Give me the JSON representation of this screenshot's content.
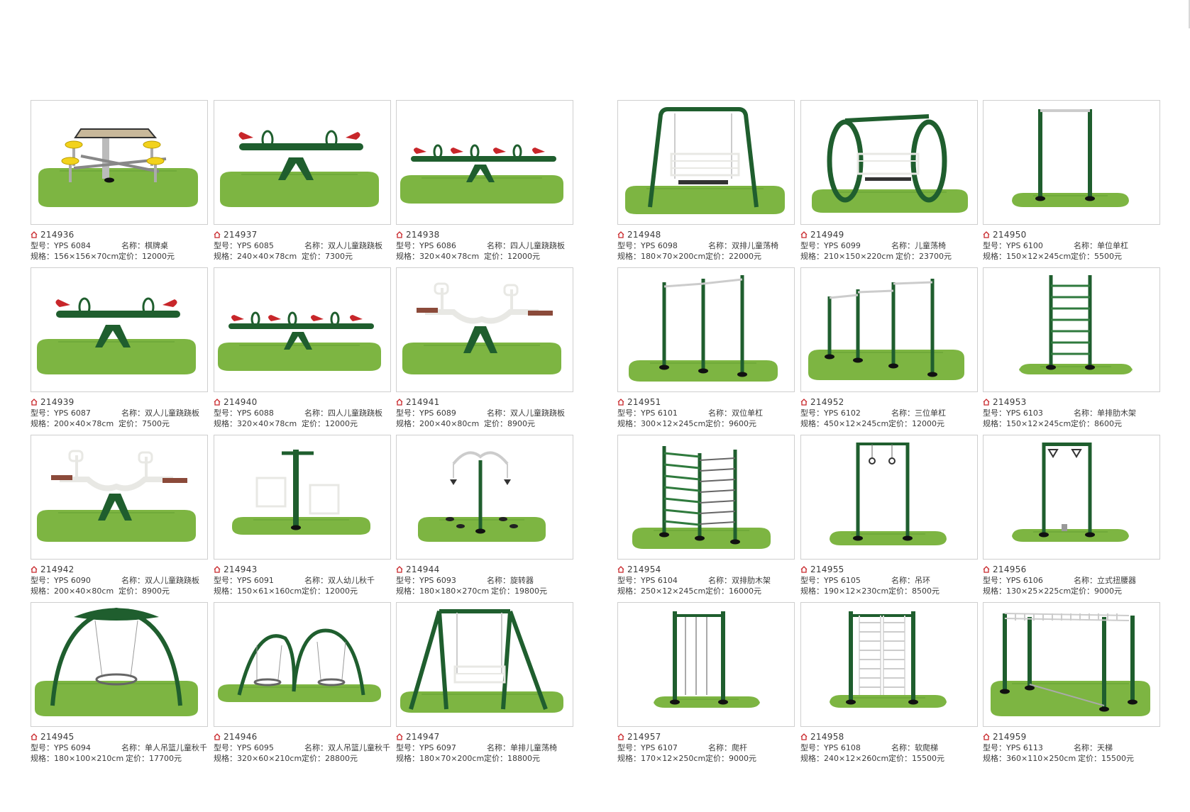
{
  "labels": {
    "model": "型号：",
    "name": "名称：",
    "spec": "规格：",
    "price": "定价："
  },
  "colors": {
    "frame_green": "#1f5e2e",
    "grass": "#7db542",
    "seat_red": "#c8262a",
    "yellow": "#f2d21c",
    "border": "#cfcfcf"
  },
  "items": [
    {
      "code": "214936",
      "model": "YPS 6084",
      "name": "棋牌桌",
      "spec": "156×156×70cm",
      "price": "12000元",
      "icon": "chess-table"
    },
    {
      "code": "214937",
      "model": "YPS 6085",
      "name": "双人儿童跷跷板",
      "spec": "240×40×78cm",
      "price": "7300元",
      "icon": "seesaw-2"
    },
    {
      "code": "214938",
      "model": "YPS 6086",
      "name": "四人儿童跷跷板",
      "spec": "320×40×78cm",
      "price": "12000元",
      "icon": "seesaw-4"
    },
    {
      "code": "214948",
      "model": "YPS 6098",
      "name": "双排儿童荡椅",
      "spec": "180×70×200cm",
      "price": "22000元",
      "icon": "swing-chair"
    },
    {
      "code": "214949",
      "model": "YPS 6099",
      "name": "儿童荡椅",
      "spec": "210×150×220cm",
      "price": "23700元",
      "icon": "swing-chair-round"
    },
    {
      "code": "214950",
      "model": "YPS 6100",
      "name": "单位单杠",
      "spec": "150×12×245cm",
      "price": "5500元",
      "icon": "single-bar"
    },
    {
      "code": "214939",
      "model": "YPS 6087",
      "name": "双人儿童跷跷板",
      "spec": "200×40×78cm",
      "price": "7500元",
      "icon": "seesaw-2"
    },
    {
      "code": "214940",
      "model": "YPS 6088",
      "name": "四人儿童跷跷板",
      "spec": "320×40×78cm",
      "price": "12000元",
      "icon": "seesaw-4"
    },
    {
      "code": "214941",
      "model": "YPS 6089",
      "name": "双人儿童跷跷板",
      "spec": "200×40×80cm",
      "price": "8900元",
      "icon": "seesaw-handle"
    },
    {
      "code": "214951",
      "model": "YPS 6101",
      "name": "双位单杠",
      "spec": "300×12×245cm",
      "price": "9600元",
      "icon": "double-bar"
    },
    {
      "code": "214952",
      "model": "YPS 6102",
      "name": "三位单杠",
      "spec": "450×12×245cm",
      "price": "12000元",
      "icon": "triple-bar"
    },
    {
      "code": "214953",
      "model": "YPS 6103",
      "name": "单排肋木架",
      "spec": "150×12×245cm",
      "price": "8600元",
      "icon": "ladder"
    },
    {
      "code": "214942",
      "model": "YPS 6090",
      "name": "双人儿童跷跷板",
      "spec": "200×40×80cm",
      "price": "8900元",
      "icon": "seesaw-handle"
    },
    {
      "code": "214943",
      "model": "YPS 6091",
      "name": "双人幼儿秋千",
      "spec": "150×61×160cm",
      "price": "12000元",
      "icon": "toddler-swing"
    },
    {
      "code": "214944",
      "model": "YPS 6093",
      "name": "旋转器",
      "spec": "180×180×270cm",
      "price": "19800元",
      "icon": "rotator"
    },
    {
      "code": "214954",
      "model": "YPS 6104",
      "name": "双排肋木架",
      "spec": "250×12×245cm",
      "price": "16000元",
      "icon": "double-ladder"
    },
    {
      "code": "214955",
      "model": "YPS 6105",
      "name": "吊环",
      "spec": "190×12×230cm",
      "price": "8500元",
      "icon": "rings"
    },
    {
      "code": "214956",
      "model": "YPS 6106",
      "name": "立式扭腰器",
      "spec": "130×25×225cm",
      "price": "9000元",
      "icon": "waist-twister"
    },
    {
      "code": "214945",
      "model": "YPS 6094",
      "name": "单人吊篮儿童秋千",
      "spec": "180×100×210cm",
      "price": "17700元",
      "icon": "basket-swing"
    },
    {
      "code": "214946",
      "model": "YPS 6095",
      "name": "双人吊篮儿童秋千",
      "spec": "320×60×210cm",
      "price": "28800元",
      "icon": "double-basket-swing"
    },
    {
      "code": "214947",
      "model": "YPS 6097",
      "name": "单排儿童荡椅",
      "spec": "180×70×200cm",
      "price": "18800元",
      "icon": "a-frame-swing"
    },
    {
      "code": "214957",
      "model": "YPS 6107",
      "name": "爬杆",
      "spec": "170×12×250cm",
      "price": "9000元",
      "icon": "climbing-pole"
    },
    {
      "code": "214958",
      "model": "YPS 6108",
      "name": "软爬梯",
      "spec": "240×12×260cm",
      "price": "15500元",
      "icon": "rope-ladder"
    },
    {
      "code": "214959",
      "model": "YPS 6113",
      "name": "天梯",
      "spec": "360×110×250cm",
      "price": "15500元",
      "icon": "monkey-bars"
    }
  ]
}
